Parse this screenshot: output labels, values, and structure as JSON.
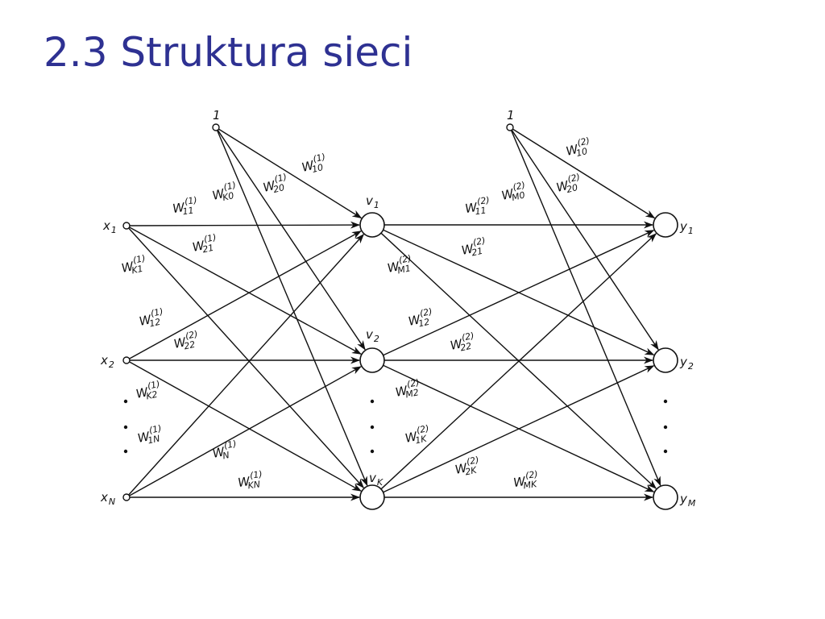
{
  "title": "2.3 Struktura sieci",
  "colors": {
    "title": "#2e3192",
    "ink": "#111111",
    "background": "#ffffff"
  },
  "inputs": [
    {
      "id": "x1",
      "base": "x",
      "sub": "1"
    },
    {
      "id": "x2",
      "base": "x",
      "sub": "2"
    },
    {
      "id": "xN",
      "base": "x",
      "sub": "N"
    }
  ],
  "bias_labels": {
    "layer1": "1",
    "layer2": "1"
  },
  "hidden": [
    {
      "id": "v1",
      "base": "v",
      "sub": "1"
    },
    {
      "id": "v2",
      "base": "v",
      "sub": "2"
    },
    {
      "id": "vK",
      "base": "v",
      "sub": "K"
    }
  ],
  "outputs": [
    {
      "id": "y1",
      "base": "y",
      "sub": "1"
    },
    {
      "id": "y2",
      "base": "y",
      "sub": "2"
    },
    {
      "id": "yM",
      "base": "y",
      "sub": "M"
    }
  ],
  "weights_layer1": [
    {
      "id": "w1-10",
      "base": "W",
      "sub": "10",
      "sup": "(1)"
    },
    {
      "id": "w1-20",
      "base": "W",
      "sub": "20",
      "sup": "(1)"
    },
    {
      "id": "w1-K0",
      "base": "W",
      "sub": "K0",
      "sup": "(1)"
    },
    {
      "id": "w1-11",
      "base": "W",
      "sub": "11",
      "sup": "(1)"
    },
    {
      "id": "w1-21",
      "base": "W",
      "sub": "21",
      "sup": "(1)"
    },
    {
      "id": "w1-K1",
      "base": "W",
      "sub": "K1",
      "sup": "(1)"
    },
    {
      "id": "w1-12",
      "base": "W",
      "sub": "12",
      "sup": "(1)"
    },
    {
      "id": "w1-22",
      "base": "W",
      "sub": "22",
      "sup": "(2)"
    },
    {
      "id": "w1-K2",
      "base": "W",
      "sub": "K2",
      "sup": "(1)"
    },
    {
      "id": "w1-1N",
      "base": "W",
      "sub": "1N",
      "sup": "(1)"
    },
    {
      "id": "w1-N",
      "base": "W",
      "sub": "N",
      "sup": "(1)"
    },
    {
      "id": "w1-KN",
      "base": "W",
      "sub": "KN",
      "sup": "(1)"
    }
  ],
  "weights_layer2": [
    {
      "id": "w2-10",
      "base": "W",
      "sub": "10",
      "sup": "(2)"
    },
    {
      "id": "w2-20",
      "base": "W",
      "sub": "20",
      "sup": "(2)"
    },
    {
      "id": "w2-M0",
      "base": "W",
      "sub": "M0",
      "sup": "(2)"
    },
    {
      "id": "w2-11",
      "base": "W",
      "sub": "11",
      "sup": "(2)"
    },
    {
      "id": "w2-21",
      "base": "W",
      "sub": "21",
      "sup": "(2)"
    },
    {
      "id": "w2-M1",
      "base": "W",
      "sub": "M1",
      "sup": "(2)"
    },
    {
      "id": "w2-12",
      "base": "W",
      "sub": "12",
      "sup": "(2)"
    },
    {
      "id": "w2-22",
      "base": "W",
      "sub": "22",
      "sup": "(2)"
    },
    {
      "id": "w2-M2",
      "base": "W",
      "sub": "M2",
      "sup": "(2)"
    },
    {
      "id": "w2-1K",
      "base": "W",
      "sub": "1K",
      "sup": "(2)"
    },
    {
      "id": "w2-2K",
      "base": "W",
      "sub": "2K",
      "sup": "(2)"
    },
    {
      "id": "w2-MK",
      "base": "W",
      "sub": "MK",
      "sup": "(2)"
    }
  ]
}
